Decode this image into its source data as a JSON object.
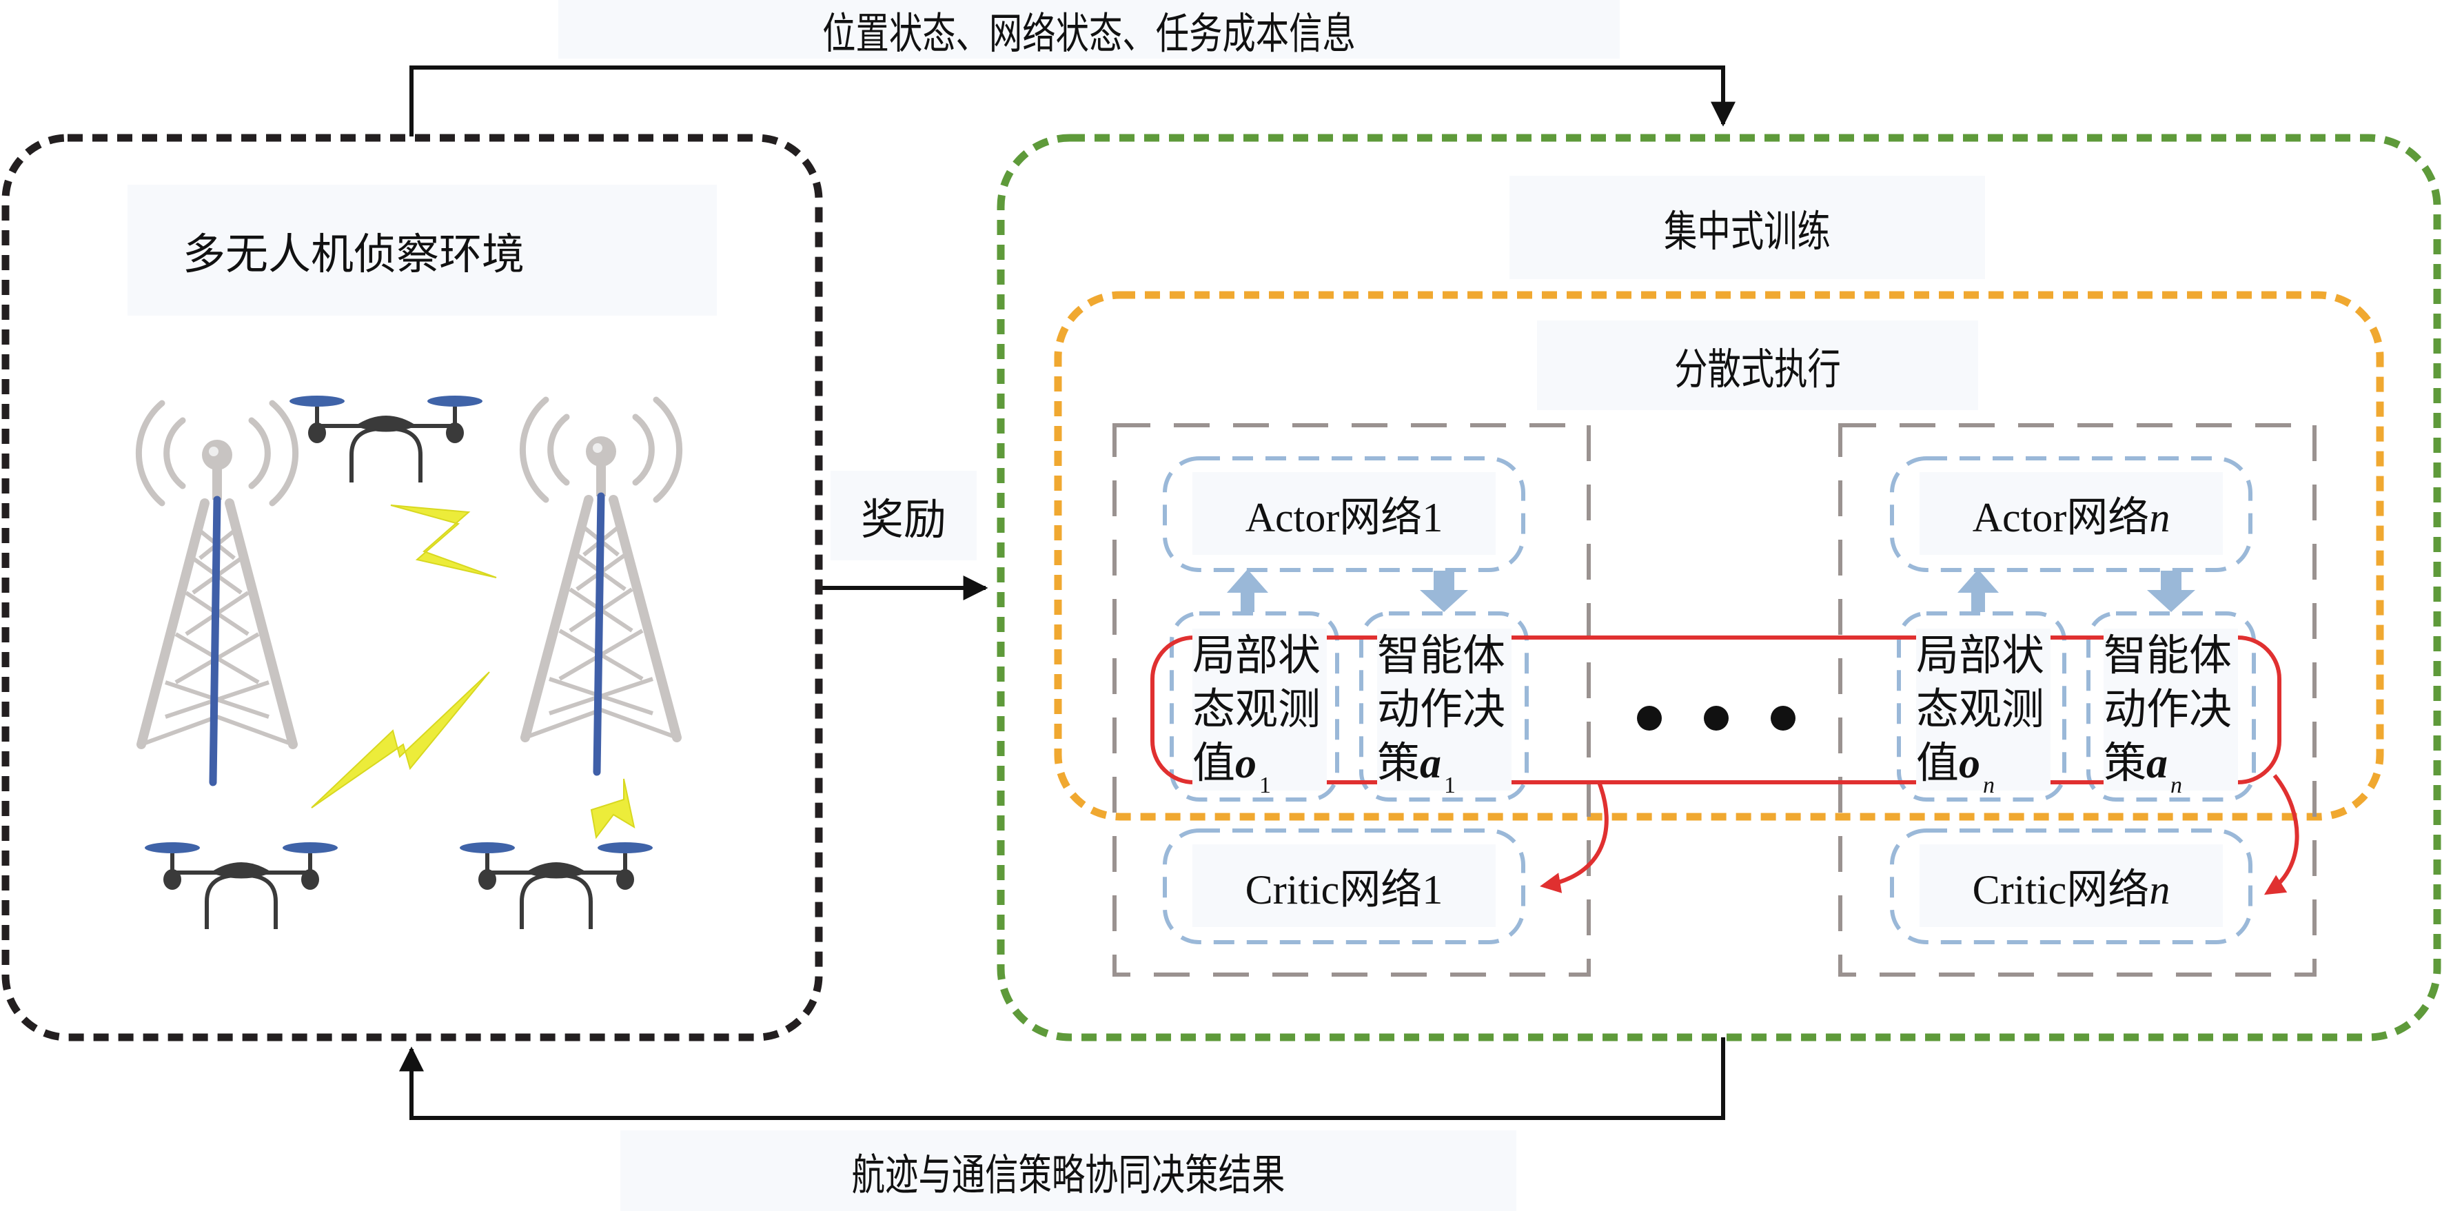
{
  "labels": {
    "top_arrow": "位置状态、网络状态、任务成本信息",
    "bottom_arrow": "航迹与通信策略协同决策结果",
    "reward_arrow": "奖励",
    "environment": "多无人机侦察环境",
    "centralized_training": "集中式训练",
    "decentralized_execution": "分散式执行"
  },
  "agents": [
    {
      "actor_prefix": "Actor网络",
      "actor_index": "1",
      "critic_prefix": "Critic网络",
      "critic_index": "1",
      "observation_text": [
        "局部状",
        "态观测",
        "值"
      ],
      "observation_symbol": "o",
      "observation_sub": "1",
      "action_text": [
        "智能体",
        "动作决",
        "策"
      ],
      "action_symbol": "a",
      "action_sub": "1"
    },
    {
      "actor_prefix": "Actor网络",
      "actor_index": "n",
      "critic_prefix": "Critic网络",
      "critic_index": "n",
      "observation_text": [
        "局部状",
        "态观测",
        "值"
      ],
      "observation_symbol": "o",
      "observation_sub": "n",
      "action_text": [
        "智能体",
        "动作决",
        "策"
      ],
      "action_symbol": "a",
      "action_sub": "n"
    }
  ],
  "ellipsis": "• • •",
  "colors": {
    "environment_border": "#231f20",
    "training_border": "#5e9a3a",
    "execution_border": "#f0a830",
    "agent_border": "#9a9290",
    "network_border": "#9ab8d8",
    "flow_arrow": "#9ab8d8",
    "shared_loop": "#e03030",
    "tower": "#c8c4c2",
    "tower_mast": "#3f5fa8",
    "drone_body": "#3a3a3a",
    "drone_propeller": "#3f63a8",
    "lightning": "#ecec3a"
  },
  "icons": {
    "towers": [
      "signal-tower-icon",
      "signal-tower-icon"
    ],
    "drones": [
      "drone-icon",
      "drone-icon",
      "drone-icon"
    ],
    "links": [
      "lightning-icon",
      "lightning-icon",
      "lightning-icon"
    ]
  }
}
